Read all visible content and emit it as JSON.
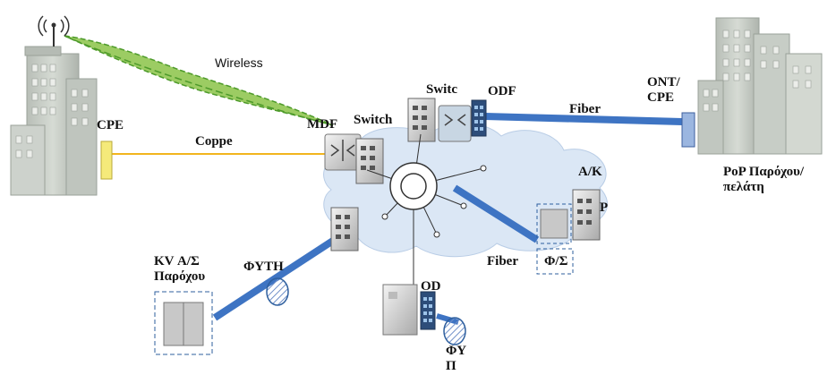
{
  "labels": {
    "wireless": "Wireless",
    "cpe_left": "CPE",
    "copper": "Coppe",
    "mdf": "MDF",
    "switch_mdf": "Switch",
    "switch_top": "Switc",
    "odf_top": "ODF",
    "fiber_top": "Fiber",
    "ont_cpe": [
      "ONT/",
      "CPE"
    ],
    "pop_client": [
      "PoP Παρόχου/",
      "πελάτη"
    ],
    "ak": "Α/Κ",
    "ak_suffix": "P",
    "fiber_bottom": "Fiber",
    "fs_box": "Φ/Σ",
    "kv_provider": [
      "KV Α/Σ",
      "Παρόχου"
    ],
    "fyth_left": "ΦΥΤΗ",
    "od_bottom": "OD",
    "fy_bottom": [
      "ΦΥ",
      "Π"
    ]
  },
  "colors": {
    "fiber": "#3e74c3",
    "copper": "#f2b51e",
    "wireless_fill": "#9ccc63",
    "wireless_stroke": "#4d9a2a",
    "cloud": "#dbe7f5",
    "building": "#c9cfc8",
    "window": "#eceeea",
    "dashed_box": "#2e5f9e"
  },
  "icons": [
    "antenna-icon",
    "building-icon",
    "switch-icon",
    "router-icon",
    "odf-panel-icon",
    "hub-icon",
    "splice-closure-icon",
    "cabinet-icon"
  ]
}
